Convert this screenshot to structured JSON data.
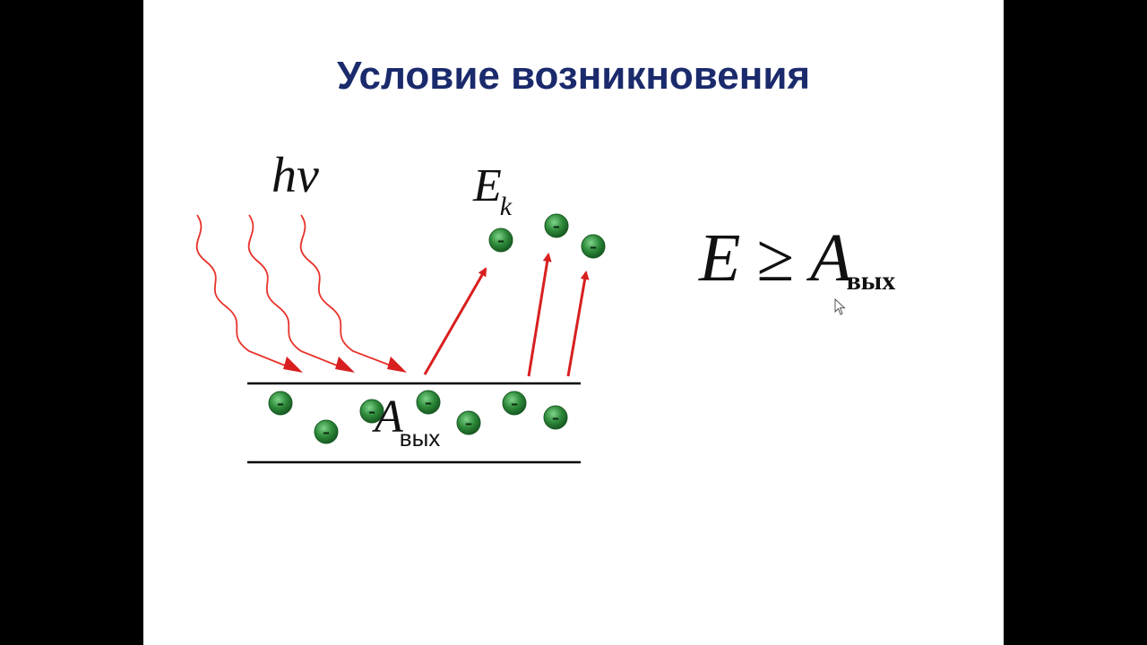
{
  "slide": {
    "title": "Условие возникновения"
  },
  "diagram": {
    "photon_label": "hv",
    "kinetic_label_main": "E",
    "kinetic_label_sub": "k",
    "work_label_main": "A",
    "work_label_sub": "вых",
    "electron_sign": "–",
    "colors": {
      "photon_wave": "#e8322a",
      "arrow": "#d81f1f",
      "electron": "#2e8b3a",
      "surface_line": "#000000",
      "title": "#1a2a6c"
    },
    "icons": {
      "electron": "electron-icon",
      "photon": "wavy-arrow-icon",
      "emission": "arrow-icon"
    }
  },
  "formula": {
    "lhs": "E",
    "operator": "≥",
    "rhs_main": "A",
    "rhs_sub": "вых"
  }
}
